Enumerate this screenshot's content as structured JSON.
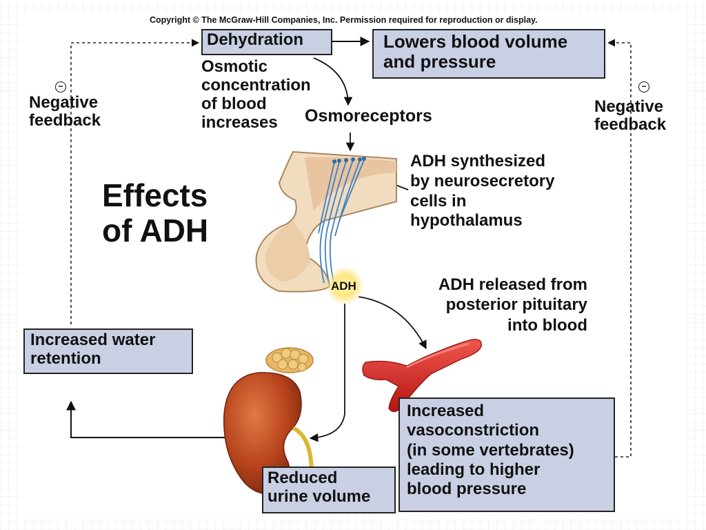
{
  "copyright": "Copyright © The McGraw-Hill Companies, Inc. Permission required for reproduction or display.",
  "title": "Effects\nof ADH",
  "boxes": {
    "dehydration": "Dehydration",
    "lowers_blood": "Lowers blood volume\nand pressure",
    "water_retention": "Increased water\nretention",
    "reduced_urine": "Reduced\nurine volume",
    "vasoconstriction": "Increased\nvasoconstriction\n(in some vertebrates)\nleading to higher\nblood pressure"
  },
  "labels": {
    "osmotic": "Osmotic\nconcentration\nof blood\nincreases",
    "osmoreceptors": "Osmoreceptors",
    "adh_synth": "ADH synthesized\nby neurosecretory\ncells in\nhypothalamus",
    "adh_released": "ADH released from\nposterior pituitary\ninto blood",
    "adh": "ADH",
    "neg_left": "Negative\nfeedback",
    "neg_right": "Negative\nfeedback",
    "minus_sign": "−"
  },
  "colors": {
    "box_fill": "#c9d0e4",
    "brain_tissue": "#f1dcbf",
    "neurons": "#3b7fc4",
    "kidney": "#b8431c",
    "adrenal": "#e9b866",
    "artery": "#d2211e",
    "adh_glow": "#ffe680"
  }
}
